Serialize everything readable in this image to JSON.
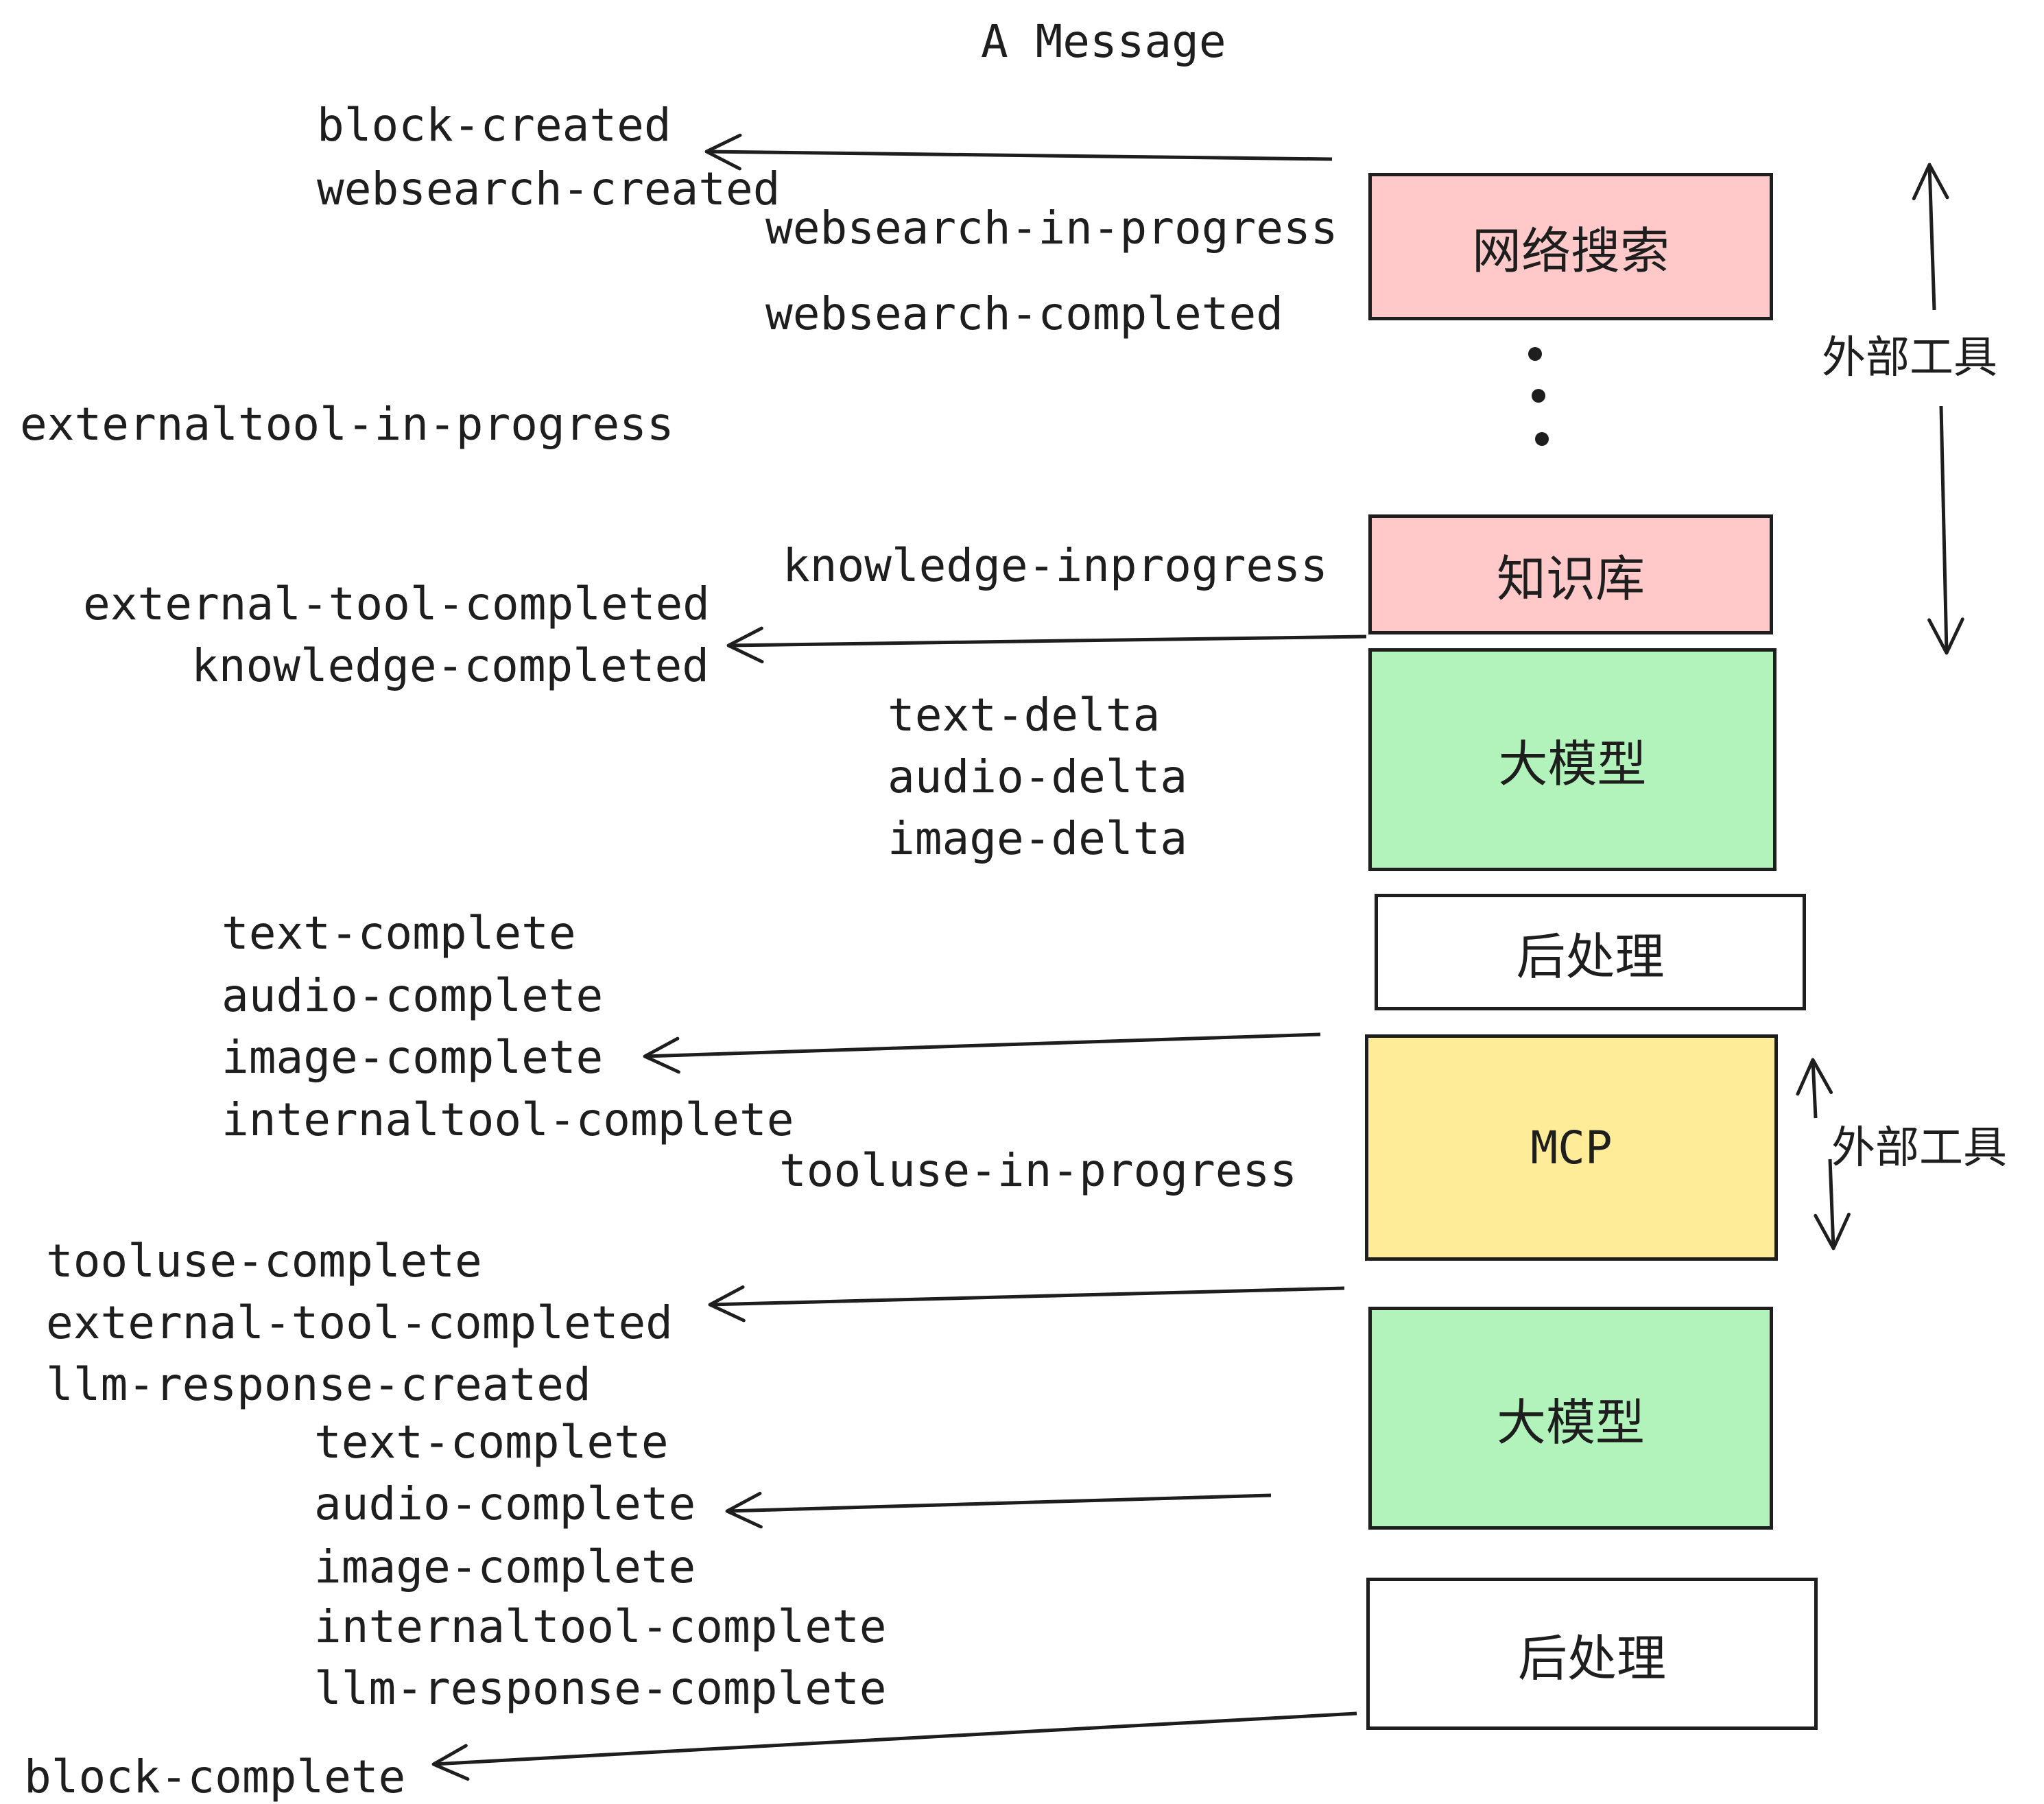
{
  "title": "A Message",
  "palette": {
    "ink": "#1e1e1e",
    "pink": "#ffc9c9",
    "green": "#b2f2bb",
    "yellow": "#ffec99",
    "white": "#ffffff"
  },
  "boxes": [
    {
      "label": "网络搜索"
    },
    {
      "label": "知识库"
    },
    {
      "label": "大模型"
    },
    {
      "label": "后处理"
    },
    {
      "label": "MCP"
    },
    {
      "label": "大模型"
    },
    {
      "label": "后处理"
    }
  ],
  "side_labels": [
    {
      "label": "外部工具"
    },
    {
      "label": "外部工具"
    }
  ],
  "events": [
    {
      "text": "block-created"
    },
    {
      "text": "websearch-created"
    },
    {
      "text": "websearch-in-progress"
    },
    {
      "text": "websearch-completed"
    },
    {
      "text": "externaltool-in-progress"
    },
    {
      "text": "knowledge-inprogress"
    },
    {
      "text": "external-tool-completed"
    },
    {
      "text": "knowledge-completed"
    },
    {
      "text": "text-delta"
    },
    {
      "text": "audio-delta"
    },
    {
      "text": "image-delta"
    },
    {
      "text": "text-complete"
    },
    {
      "text": "audio-complete"
    },
    {
      "text": "image-complete"
    },
    {
      "text": "internaltool-complete"
    },
    {
      "text": "tooluse-in-progress"
    },
    {
      "text": "tooluse-complete"
    },
    {
      "text": "external-tool-completed"
    },
    {
      "text": "llm-response-created"
    },
    {
      "text": "text-complete"
    },
    {
      "text": "audio-complete"
    },
    {
      "text": "image-complete"
    },
    {
      "text": "internaltool-complete"
    },
    {
      "text": "llm-response-complete"
    },
    {
      "text": "block-complete"
    }
  ]
}
